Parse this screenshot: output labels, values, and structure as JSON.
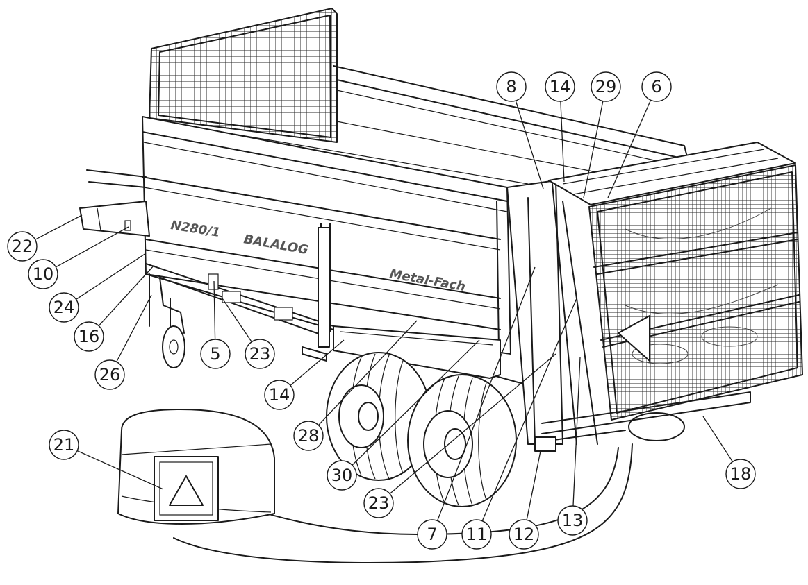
{
  "diagram": {
    "side_plate_text": "N280/1",
    "brand_text": "BALALOG",
    "panel_text": "Metal-Fach",
    "callouts": [
      {
        "label": "22"
      },
      {
        "label": "10"
      },
      {
        "label": "24"
      },
      {
        "label": "16"
      },
      {
        "label": "26"
      },
      {
        "label": "5"
      },
      {
        "label": "23"
      },
      {
        "label": "14"
      },
      {
        "label": "28"
      },
      {
        "label": "30"
      },
      {
        "label": "23"
      },
      {
        "label": "7"
      },
      {
        "label": "11"
      },
      {
        "label": "12"
      },
      {
        "label": "13"
      },
      {
        "label": "18"
      },
      {
        "label": "8"
      },
      {
        "label": "14"
      },
      {
        "label": "29"
      },
      {
        "label": "6"
      },
      {
        "label": "21"
      }
    ]
  }
}
